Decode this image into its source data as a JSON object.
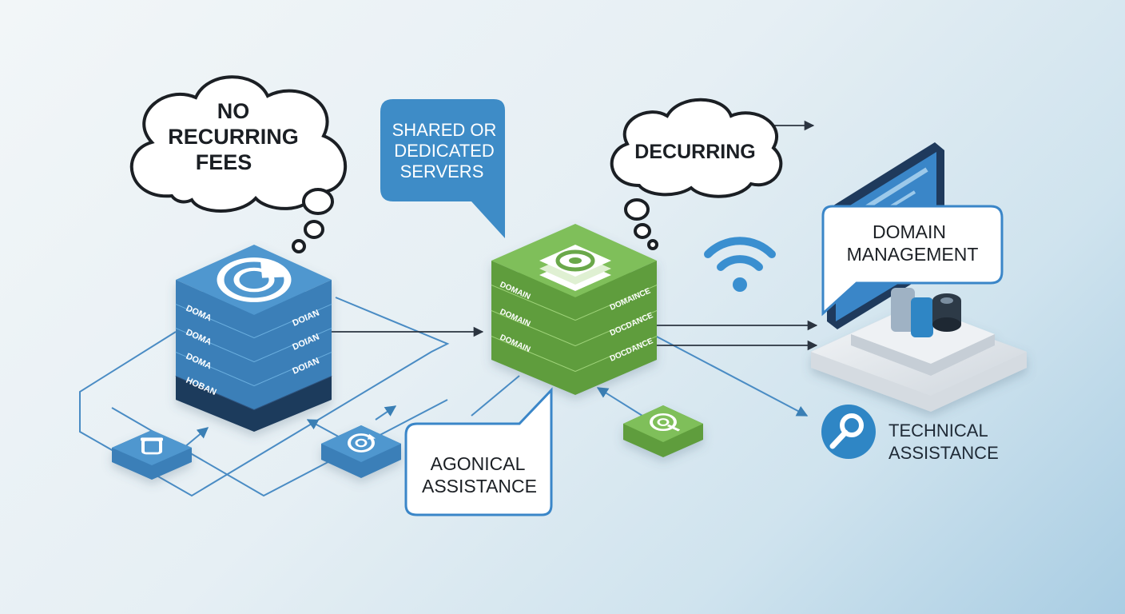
{
  "bubbles": {
    "no_recurring": [
      "NO",
      "RECURRING",
      "FEES"
    ],
    "shared_servers": [
      "SHARED OR",
      "DEDICATED",
      "SERVERS"
    ],
    "decurring": "DECURRING",
    "domain_management": [
      "DOMAIN",
      "MANAGEMENT"
    ],
    "agonical": [
      "AGONICAL",
      "ASSISTANCE"
    ],
    "technical": [
      "TECHNICAL",
      "ASSISTANCE"
    ]
  },
  "blue_stack": {
    "left_labels": [
      "DOMA",
      "DOMA",
      "DOMA",
      "HOBAN"
    ],
    "right_labels": [
      "DOIAN",
      "DOIAN",
      "DOIAN"
    ]
  },
  "green_stack": {
    "left_labels": [
      "DOMAIN",
      "DOMAIN",
      "DOMAIN"
    ],
    "right_labels": [
      "DOMAINCE",
      "DOCDANCE",
      "DOCDANCE"
    ]
  },
  "colors": {
    "blue_top": "#4f97cf",
    "blue_side": "#3b7fb8",
    "navy": "#1f3a5c",
    "green_top": "#7fbf5a",
    "green_side": "#5f9d3d",
    "accent_blue": "#2f86c5",
    "arrow": "#2b3440"
  },
  "icons": {
    "wifi": "wifi-icon",
    "search": "search-icon",
    "monitor": "monitor-icon"
  }
}
